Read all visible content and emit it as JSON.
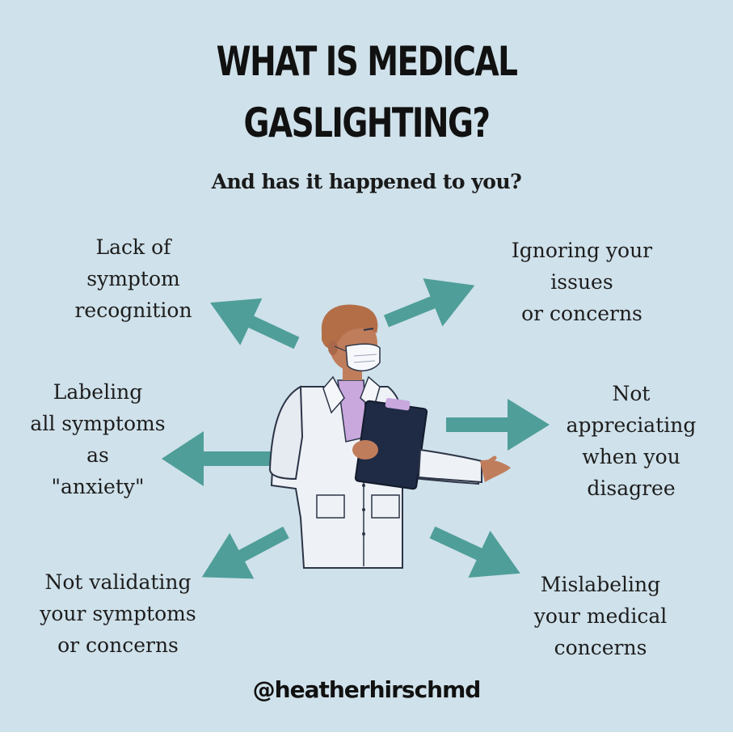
{
  "header": {
    "title_line1": "WHAT IS MEDICAL",
    "title_line2": "GASLIGHTING?",
    "subtitle": "And has it happened to you?"
  },
  "labels": {
    "top_left": [
      "Lack of",
      "symptom",
      "recognition"
    ],
    "top_right": [
      "Ignoring your",
      "issues",
      "or concerns"
    ],
    "middle_left": [
      "Labeling",
      "all symptoms",
      "as",
      "\"anxiety\""
    ],
    "middle_right": [
      "Not",
      "appreciating",
      "when you",
      "disagree"
    ],
    "bottom_left": [
      "Not validating",
      "your symptoms",
      "or concerns"
    ],
    "bottom_right": [
      "Mislabeling",
      "your medical",
      "concerns"
    ]
  },
  "footer": {
    "handle": "@heatherhirschmd"
  },
  "colors": {
    "background": "#cfe1ea",
    "arrow": "#4f9e9a",
    "coat": "#eef2f6",
    "skin": "#c07d5c",
    "hair": "#b36e48",
    "shirt": "#c8a8dd",
    "clipboard": "#1f2a44"
  },
  "icons": {
    "arrows": "teal-arrow",
    "figure": "doctor-illustration"
  }
}
